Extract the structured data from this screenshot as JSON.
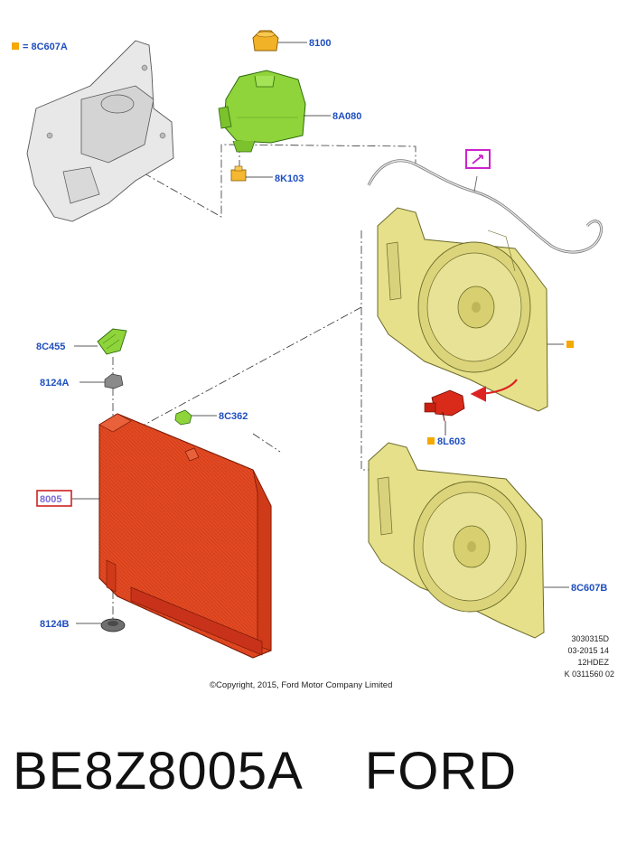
{
  "legend": {
    "marker_color": "#f5a800",
    "text": "= 8C607A"
  },
  "callouts": {
    "c8100": "8100",
    "c8A080": "8A080",
    "c8K103": "8K103",
    "c8C455": "8C455",
    "c8124A": "8124A",
    "c8C362": "8C362",
    "c8005": "8005",
    "c8124B": "8124B",
    "c8L603": "8L603",
    "c8C607B": "8C607B"
  },
  "drawing_meta": [
    "3030315D",
    "03-2015 14",
    "12HDEZ",
    "K 0311560 02"
  ],
  "copyright": "©Copyright, 2015, Ford Motor Company Limited",
  "footer": {
    "part_number": "BE8Z8005A",
    "brand": "FORD"
  },
  "colors": {
    "callout_text": "#1f4fbf",
    "radiator": "#e0441f",
    "reservoir": "#8ed43a",
    "shroud": "#e6e08a",
    "highlight_box": "#cc2222",
    "wiring_box": "#cc22cc",
    "arrow": "#dd2222"
  }
}
